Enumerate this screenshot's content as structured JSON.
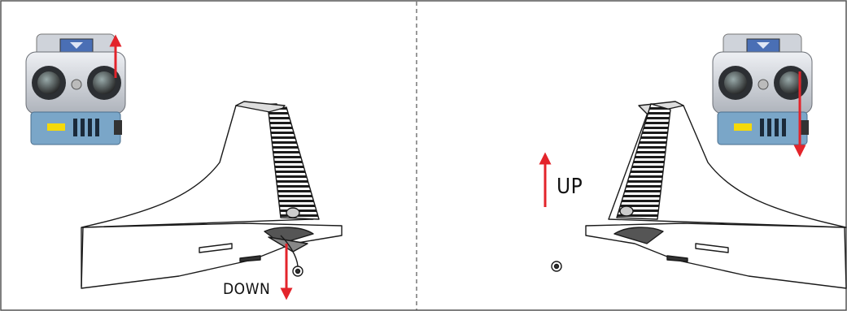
{
  "panels": [
    {
      "id": "left",
      "label": "DOWN",
      "elevator_deflection": "down",
      "transmitter_stick_direction": "up"
    },
    {
      "id": "right",
      "label": "UP",
      "elevator_deflection": "up",
      "transmitter_stick_direction": "down"
    }
  ],
  "colors": {
    "arrow": "#e3242b",
    "outline": "#1a1a1a",
    "frame": "#555555",
    "lcd": "#f5d90a"
  }
}
